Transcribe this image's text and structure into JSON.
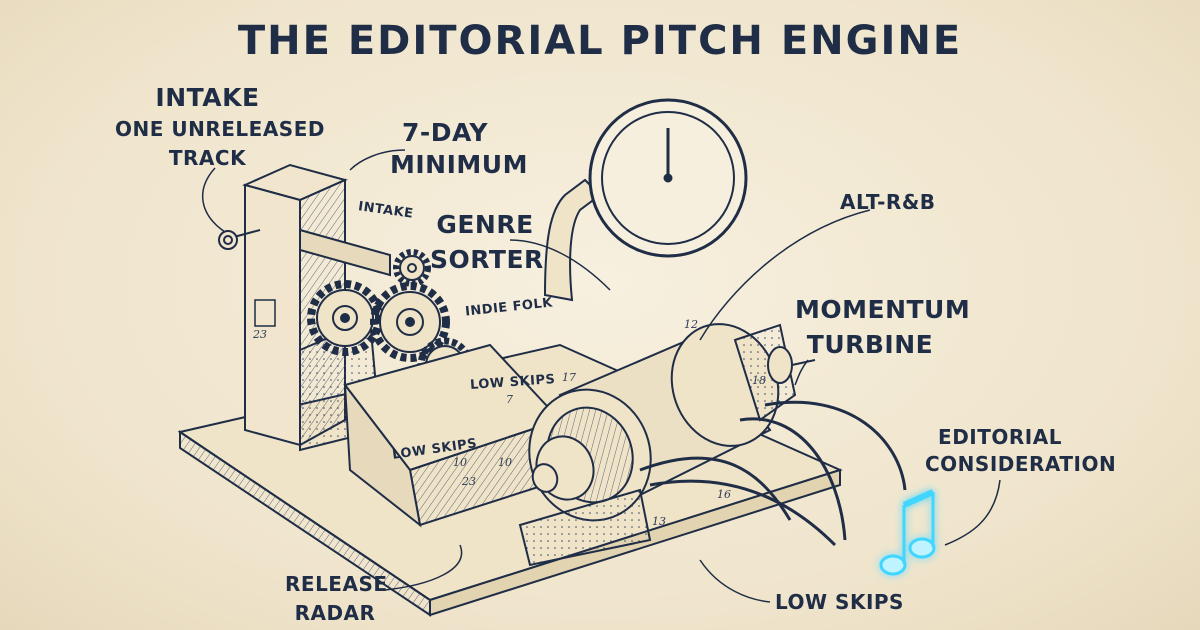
{
  "title": "THE EDITORIAL PITCH ENGINE",
  "labels": {
    "intake": "INTAKE",
    "intake_sub": [
      "ONE UNRELEASED",
      "TRACK"
    ],
    "minimum": [
      "7-DAY",
      "MINIMUM"
    ],
    "genre_sorter": [
      "GENRE",
      "SORTER"
    ],
    "alt_rnb": "ALT-R&B",
    "momentum_turbine": [
      "MOMENTUM",
      "TURBINE"
    ],
    "editorial": [
      "EDITORIAL",
      "CONSIDERATION"
    ],
    "release_radar": [
      "RELEASE",
      "RADAR"
    ],
    "low_skips_bottom": "LOW SKIPS"
  },
  "machine_labels": {
    "intake": "INTAKE",
    "indie_folk": "INDIE FOLK",
    "low_skips_1": "LOW SKIPS",
    "low_skips_2": "LOW SKIPS"
  },
  "part_numbers": [
    "12",
    "17",
    "7",
    "10",
    "10",
    "23",
    "16",
    "13",
    "18",
    "23"
  ],
  "colors": {
    "ink": "#1f2d46",
    "paper": "#f3ead7",
    "glow": "#3fd6ff"
  },
  "icons": {
    "clock": "clock-icon",
    "music_note": "music-note-icon",
    "gear": "gear-icon"
  }
}
